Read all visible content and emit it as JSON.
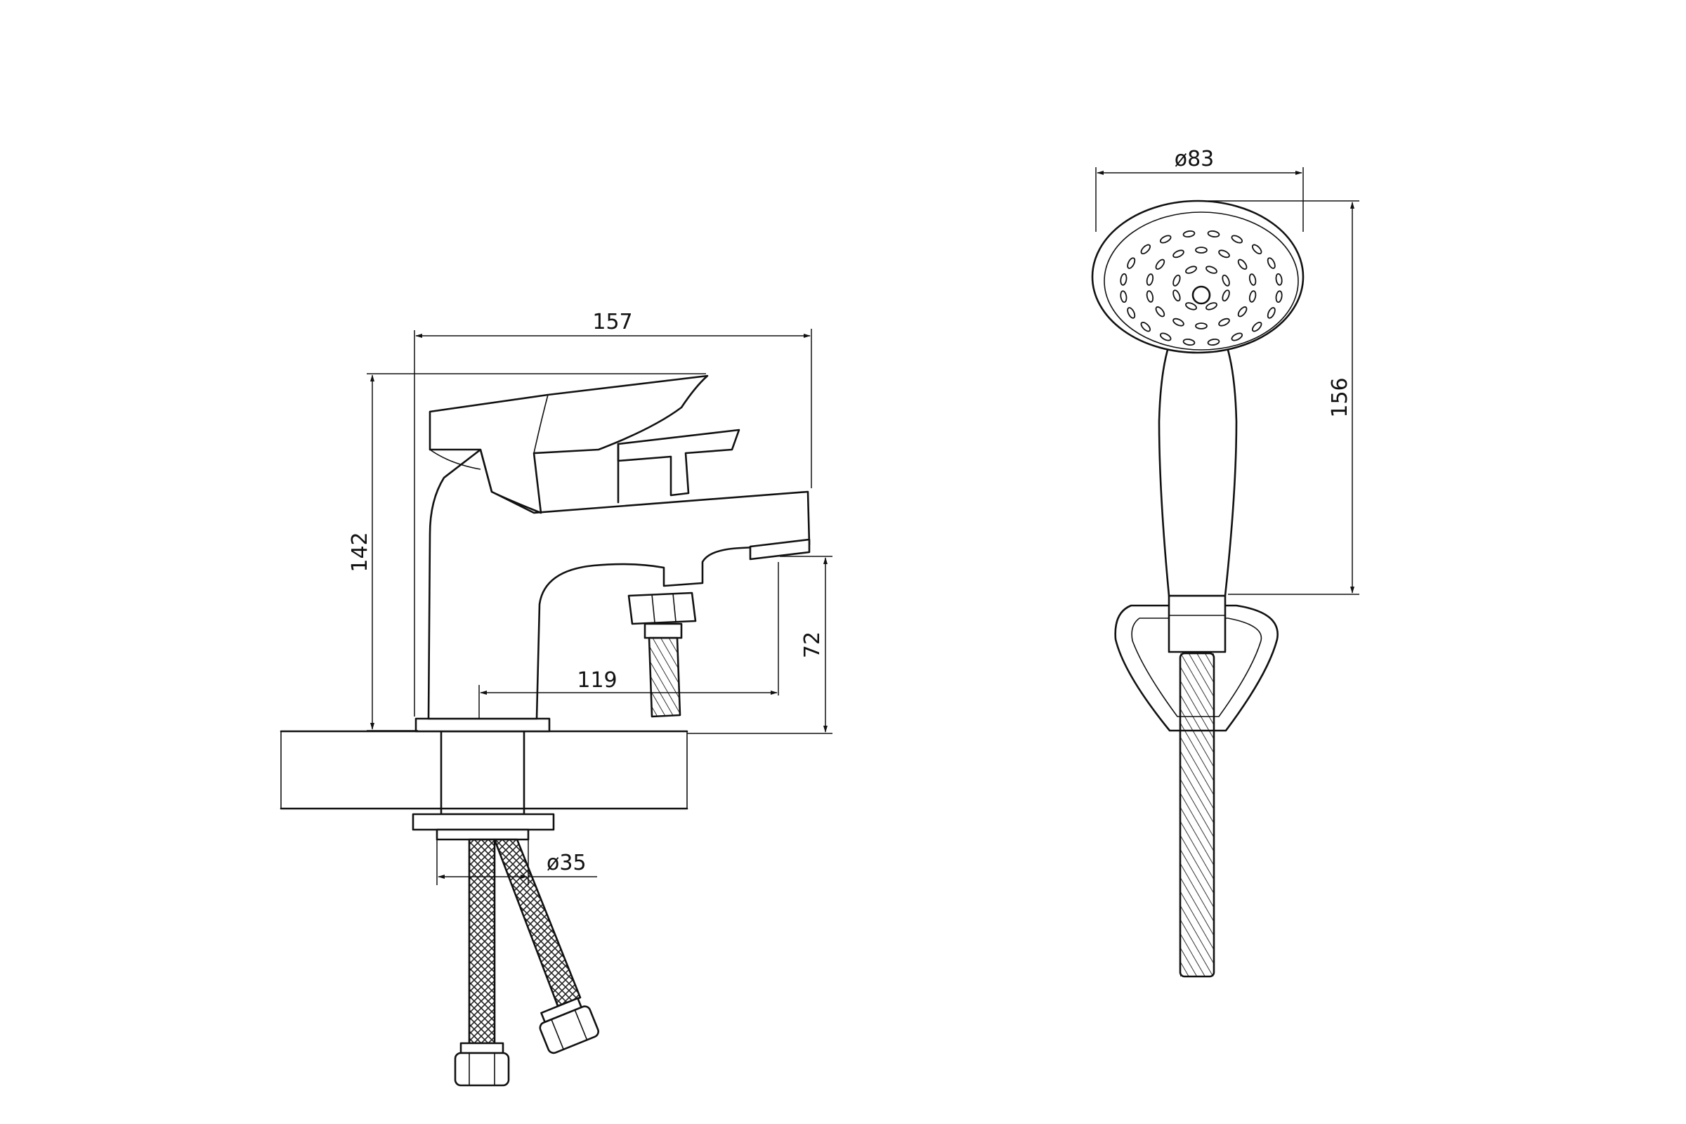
{
  "drawing": {
    "faucet": {
      "dimensions": {
        "overall_width": "157",
        "overall_height": "142",
        "spout_reach": "119",
        "spout_height": "72",
        "base_diameter": "ø35"
      }
    },
    "hand_shower": {
      "dimensions": {
        "head_diameter": "ø83",
        "length": "156"
      }
    }
  }
}
